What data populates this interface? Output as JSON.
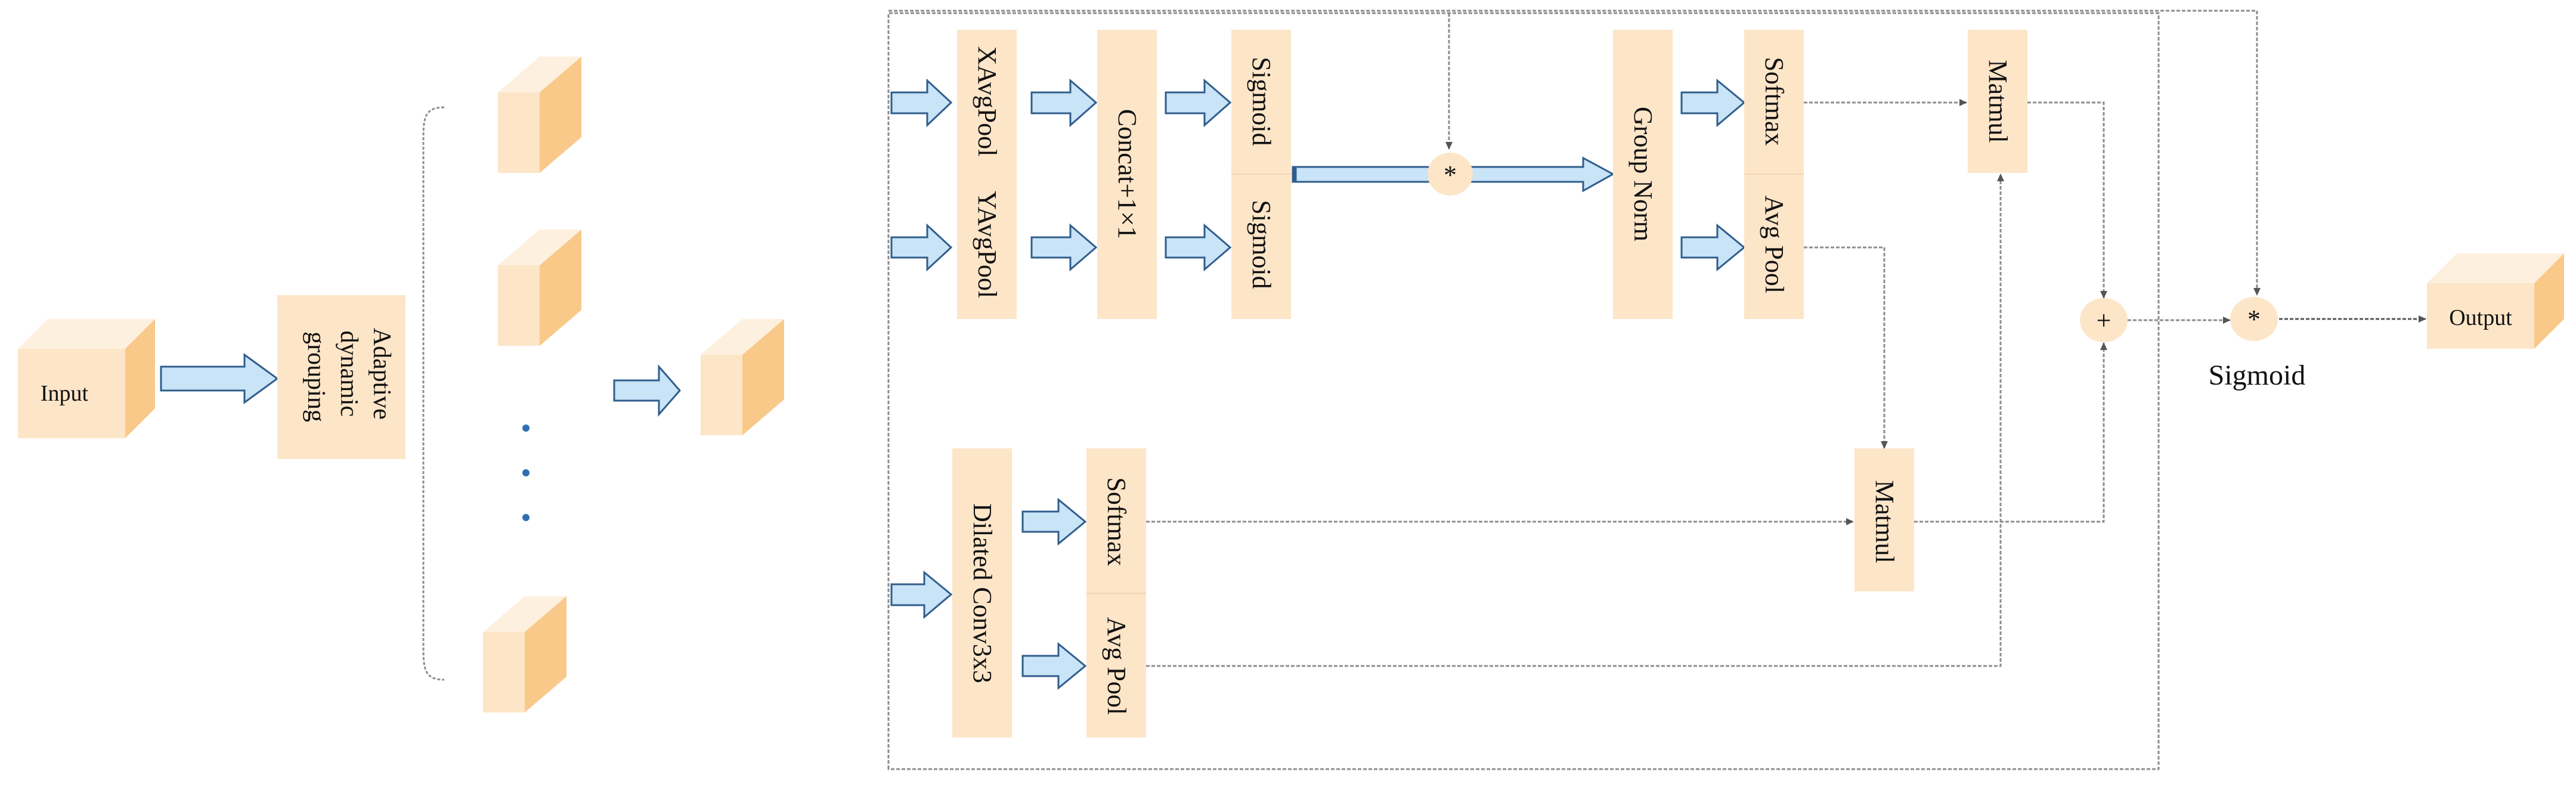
{
  "colors": {
    "box_fill": "#FDE5C8",
    "cube_front": "#FDE5C8",
    "cube_top": "#FEF0DF",
    "cube_side": "#F9C98A",
    "arrow_fill": "#C9E3F7",
    "arrow_stroke": "#2F5E8C",
    "line": "#8E8E8E",
    "dot": "#2E6FB4"
  },
  "input_label": "Input",
  "grouping_label": "Adaptive dynamic grouping",
  "pool": {
    "x": "XAvgPool",
    "y": "YAvgPool"
  },
  "concat": "Concat+1×1",
  "sigmoid_top": {
    "a": "Sigmoid",
    "b": "Sigmoid"
  },
  "multiply_symbol": "*",
  "group_norm": "Group Norm",
  "upper_softmax": "Softmax",
  "upper_avg_pool": "Avg Pool",
  "upper_matmul": "Matmul",
  "dilated": "Dilated Conv3x3",
  "lower_softmax": "Softmax",
  "lower_avg_pool": "Avg Pool",
  "lower_matmul": "Matmul",
  "plus_symbol": "+",
  "final_multiply_symbol": "*",
  "sigmoid_caption": "Sigmoid",
  "output_label": "Output"
}
